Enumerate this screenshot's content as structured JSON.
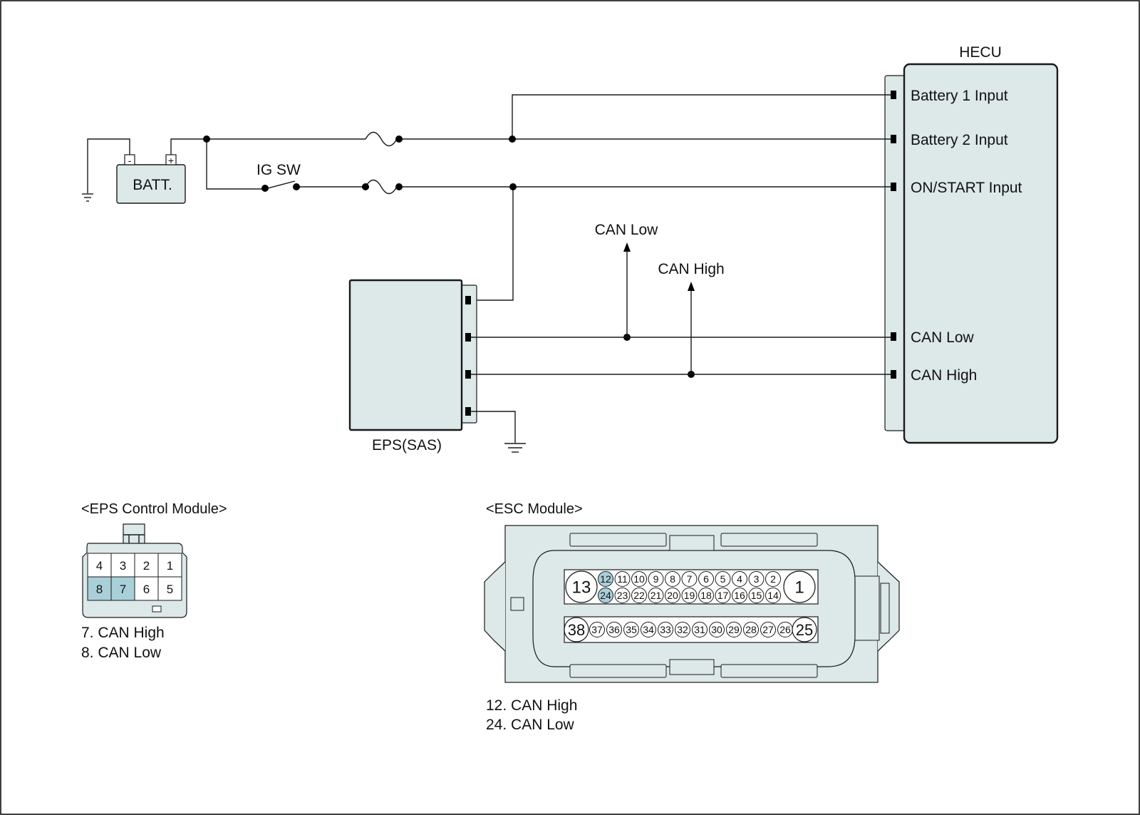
{
  "colors": {
    "module_fill": "#dde8e8",
    "highlight": "#a9cfd9",
    "line": "#1a1a1a",
    "connector_fill": "#dde8e8"
  },
  "hecu": {
    "title": "HECU",
    "pins": [
      "Battery 1 Input",
      "Battery 2 Input",
      "ON/START Input",
      "CAN Low",
      "CAN High"
    ]
  },
  "battery": {
    "label": "BATT.",
    "neg": "-",
    "pos": "+"
  },
  "ig_switch": {
    "label": "IG SW"
  },
  "eps": {
    "label": "EPS(SAS)"
  },
  "can_branches": {
    "low": "CAN Low",
    "high": "CAN High"
  },
  "eps_connector": {
    "title": "<EPS Control Module>",
    "top_row": [
      "4",
      "3",
      "2",
      "1"
    ],
    "bottom_row": [
      "8",
      "7",
      "6",
      "5"
    ],
    "highlighted": [
      "8",
      "7"
    ],
    "notes": [
      "7. CAN High",
      "8. CAN Low"
    ]
  },
  "esc_connector": {
    "title": "<ESC Module>",
    "row1": [
      "12",
      "11",
      "10",
      "9",
      "8",
      "7",
      "6",
      "5",
      "4",
      "3",
      "2"
    ],
    "row2": [
      "24",
      "23",
      "22",
      "21",
      "20",
      "19",
      "18",
      "17",
      "16",
      "15",
      "14"
    ],
    "row3": [
      "37",
      "36",
      "35",
      "34",
      "33",
      "32",
      "31",
      "30",
      "29",
      "28",
      "27",
      "26"
    ],
    "big_left_top": "13",
    "big_right_top": "1",
    "big_left_bottom": "38",
    "big_right_bottom": "25",
    "highlighted": [
      "12",
      "24"
    ],
    "notes": [
      "12. CAN High",
      "24. CAN Low"
    ]
  }
}
